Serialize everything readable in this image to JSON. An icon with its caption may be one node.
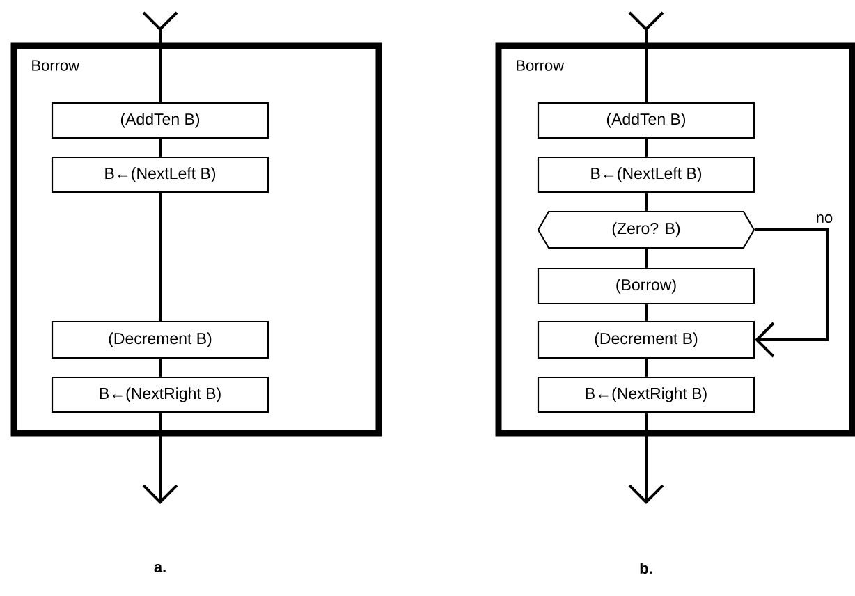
{
  "diagram": {
    "nodes": [
      {
        "text": [
          "Borrow"
        ]
      },
      {
        "text": [
          "(AddTen B)"
        ],
        "in": 0
      },
      {
        "text": [
          "B←(NextLeft B)"
        ],
        "in": 0
      },
      {
        "text": [
          "(Decrement B)"
        ],
        "in": 0
      },
      {
        "text": [
          "B←(NextRight B)"
        ],
        "in": 0
      },
      {
        "text": [
          "Borrow"
        ]
      },
      {
        "text": [
          "(AddTen B)"
        ],
        "in": 5
      },
      {
        "text": [
          "B←(NextLeft B)"
        ],
        "in": 5
      },
      {
        "text": [
          "(Zero? B)"
        ],
        "in": 5
      },
      {
        "text": [
          "(Borrow)"
        ],
        "in": 5
      },
      {
        "text": [
          "(Decrement B)"
        ],
        "in": 5
      },
      {
        "text": [
          "B←(NextRight B)"
        ],
        "in": 5
      }
    ],
    "edges": [
      {
        "from": null,
        "to": 1,
        "arrow": "other"
      },
      {
        "from": 1,
        "to": 2,
        "arrow": "none"
      },
      {
        "from": 2,
        "to": 3,
        "arrow": "none"
      },
      {
        "from": 3,
        "to": 4,
        "arrow": "none"
      },
      {
        "from": 4,
        "to": null,
        "arrow": "to"
      },
      {
        "from": null,
        "to": 6,
        "arrow": "other"
      },
      {
        "from": 6,
        "to": 7,
        "arrow": "none"
      },
      {
        "from": 7,
        "to": 8,
        "arrow": "none"
      },
      {
        "from": 8,
        "to": 9,
        "arrow": "none"
      },
      {
        "from": 9,
        "to": 10,
        "arrow": "none"
      },
      {
        "from": 10,
        "to": 11,
        "arrow": "none"
      },
      {
        "from": 11,
        "to": null,
        "arrow": "to"
      },
      {
        "from": 8,
        "to": 10,
        "arrow": "to",
        "label": "no"
      }
    ],
    "labels": [
      "a.",
      "b."
    ]
  }
}
